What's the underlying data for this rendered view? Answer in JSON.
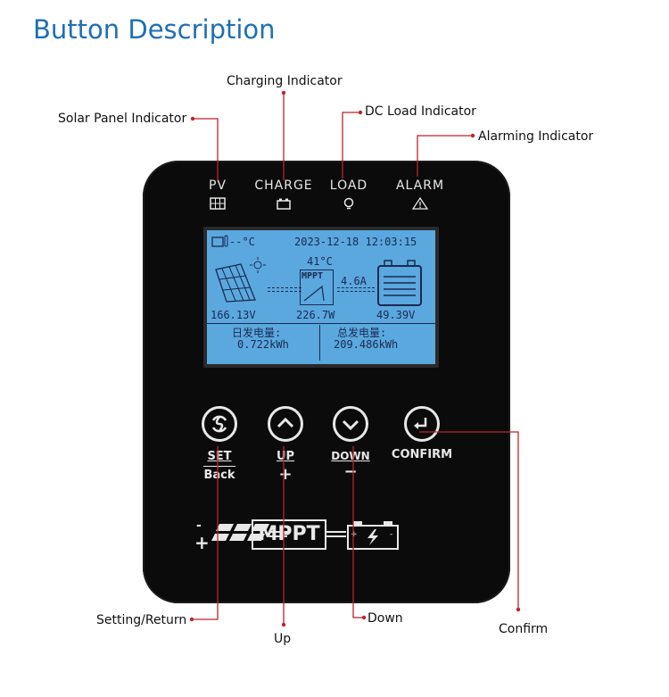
{
  "title": "Button Description",
  "callouts": {
    "charging": "Charging Indicator",
    "solar": "Solar Panel Indicator",
    "dc_load": "DC Load Indicator",
    "alarm": "Alarming Indicator",
    "setting": "Setting/Return",
    "up": "Up",
    "down": "Down",
    "confirm": "Confirm"
  },
  "indicators": {
    "pv": "PV",
    "charge": "CHARGE",
    "load": "LOAD",
    "alarm": "ALARM"
  },
  "lcd": {
    "temp_left": "--°C",
    "datetime": "2023-12-18  12:03:15",
    "temp_center": "41°C",
    "mppt": "MPPT",
    "current": "4.6A",
    "pv_voltage": "166.13V",
    "power": "226.7W",
    "battery_voltage": "49.39V",
    "daily_label": "日发电量:",
    "daily_value": "0.722kWh",
    "total_label": "总发电量:",
    "total_value": "209.486kWh"
  },
  "buttons": {
    "set": "SET",
    "back": "Back",
    "up": "UP",
    "plus": "+",
    "down": "DOWN",
    "minus": "−",
    "confirm": "CONFIRM"
  },
  "bottom": {
    "mppt": "MPPT",
    "minus": "-",
    "plus": "+"
  },
  "colors": {
    "title": "#1f6fb6",
    "callout_line": "#c0232c",
    "device": "#0b0b0b",
    "lcd": "#5aa8de"
  }
}
